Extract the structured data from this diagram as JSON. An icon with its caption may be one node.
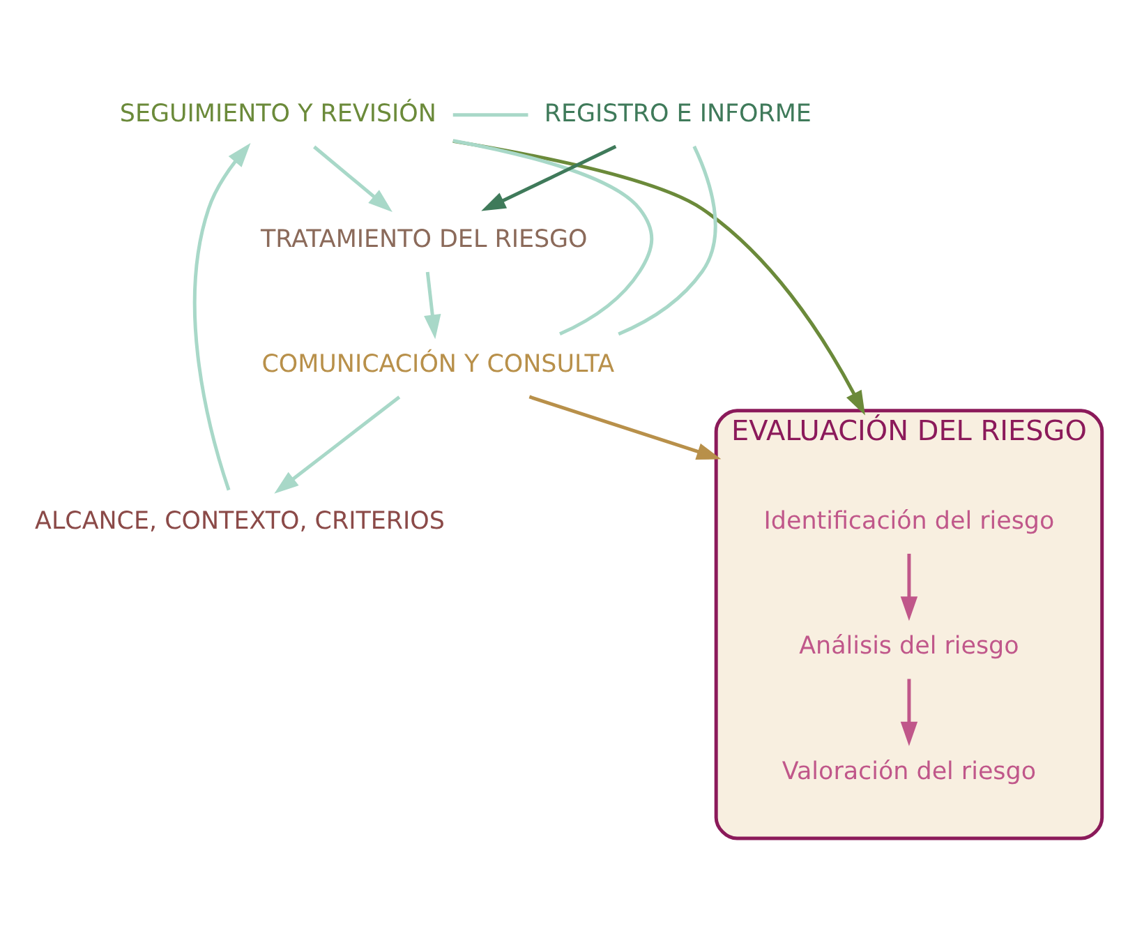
{
  "diagram": {
    "nodes": [
      {
        "text": [
          "EVALUACIÓN DEL RIESGO"
        ]
      },
      {
        "text": [
          "Identificación del riesgo"
        ],
        "in": 0
      },
      {
        "text": [
          "Análisis del riesgo"
        ],
        "in": 0
      },
      {
        "text": [
          "Valoración del riesgo"
        ],
        "in": 0
      },
      {
        "text": [
          "ALCANCE, CONTEXTO, CRITERIOS"
        ]
      },
      {
        "text": [
          "SEGUIMIENTO Y REVISIÓN"
        ]
      },
      {
        "text": [
          "TRATAMIENTO DEL RIESGO"
        ]
      },
      {
        "text": [
          "COMUNICACIÓN Y CONSULTA"
        ]
      },
      {
        "text": [
          "REGISTRO E INFORME"
        ]
      }
    ],
    "edges": [
      {
        "from": 1,
        "to": 2,
        "arrow": "to",
        "color": "#c0578a"
      },
      {
        "from": 2,
        "to": 3,
        "arrow": "to",
        "color": "#c0578a"
      },
      {
        "from": 4,
        "to": 5,
        "arrow": "to"
      },
      {
        "from": 5,
        "to": 6,
        "arrow": "to"
      },
      {
        "from": 6,
        "to": 7,
        "arrow": "to"
      },
      {
        "from": 7,
        "to": 4,
        "arrow": "to"
      },
      {
        "from": 7,
        "to": 0,
        "arrow": "to",
        "color": "#b8904a"
      },
      {
        "from": 5,
        "to": 0,
        "arrow": "to",
        "color": "#6b8a3a"
      },
      {
        "from": 8,
        "to": 6,
        "arrow": "to",
        "color": "#3f7a5a"
      },
      {
        "from": 7,
        "to": 5,
        "arrow": "none"
      },
      {
        "from": 7,
        "to": 8,
        "arrow": "none"
      },
      {
        "from": 5,
        "to": 8,
        "arrow": "none"
      }
    ]
  }
}
